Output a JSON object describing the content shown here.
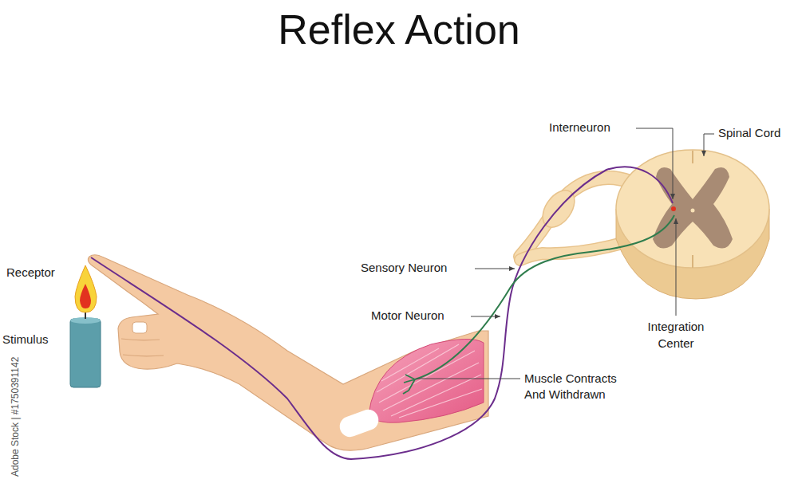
{
  "diagram": {
    "title": "Reflex Action",
    "labels": [
      "Interneuron",
      "Spinal Cord",
      "Receptor",
      "Stimulus",
      "Sensory Neuron",
      "Motor Neuron",
      "Integration Center",
      "Muscle Contracts And Withdrawn",
      "Adobe Stock | #1750391142"
    ]
  }
}
